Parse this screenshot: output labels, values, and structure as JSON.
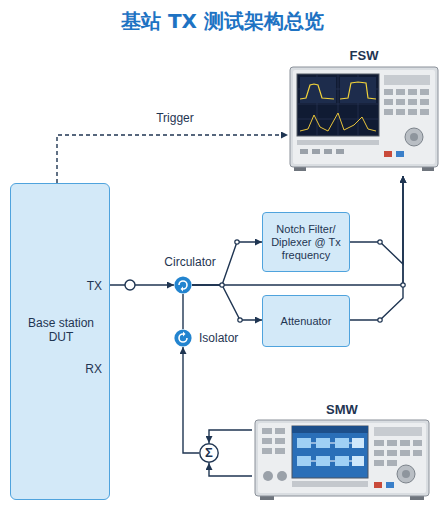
{
  "diagram": {
    "title": "基站 TX 测试架构总览",
    "nodes": [
      {
        "text": [
          "TX",
          "Base station DUT",
          "RX"
        ]
      },
      {
        "text": [
          "FSW"
        ]
      },
      {
        "text": [
          "Circulator"
        ]
      },
      {
        "text": [
          "Notch Filter/ Diplexer @ Tx frequency"
        ]
      },
      {
        "text": [
          "Attenuator"
        ]
      },
      {
        "text": [
          "Isolator"
        ]
      },
      {
        "text": [
          "SMW"
        ]
      },
      {
        "text": [
          "Σ"
        ]
      }
    ],
    "edges": [
      {
        "from": 0,
        "to": 2,
        "arrow": "to"
      },
      {
        "from": 0,
        "to": 1,
        "label": "Trigger",
        "arrow": "to"
      },
      {
        "from": 2,
        "to": 3,
        "arrow": "to"
      },
      {
        "from": 2,
        "to": 1,
        "arrow": "to"
      },
      {
        "from": 2,
        "to": 4,
        "arrow": "to"
      },
      {
        "from": 3,
        "to": 1,
        "arrow": "to"
      },
      {
        "from": 4,
        "to": 1,
        "arrow": "to"
      },
      {
        "from": 5,
        "to": 2,
        "arrow": "none"
      },
      {
        "from": 7,
        "to": 5,
        "arrow": "to"
      },
      {
        "from": 6,
        "to": 7,
        "arrow": "to"
      },
      {
        "from": 6,
        "to": 7,
        "arrow": "to"
      }
    ]
  }
}
